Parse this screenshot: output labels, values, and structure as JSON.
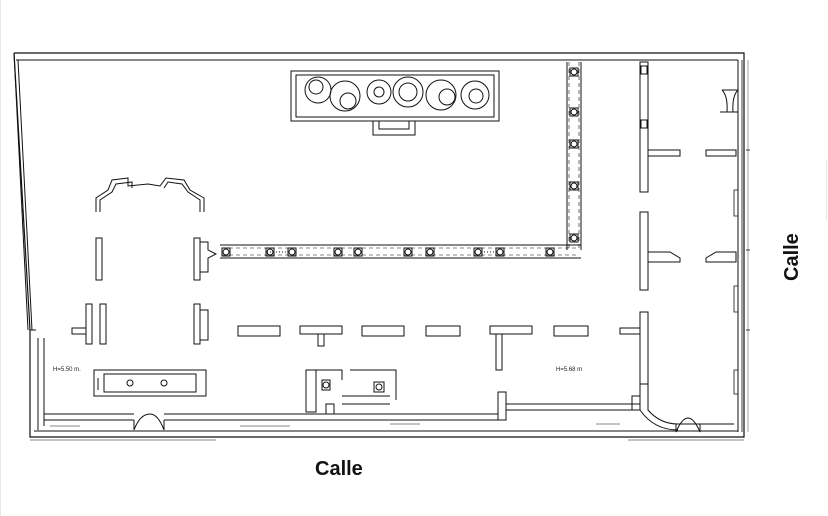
{
  "streets": {
    "bottom": "Calle",
    "right": "Calle"
  },
  "heights": {
    "left": "H=5.50 m.",
    "right": "H=5.68 m"
  },
  "colors": {
    "line": "#111111",
    "background": "#ffffff"
  }
}
